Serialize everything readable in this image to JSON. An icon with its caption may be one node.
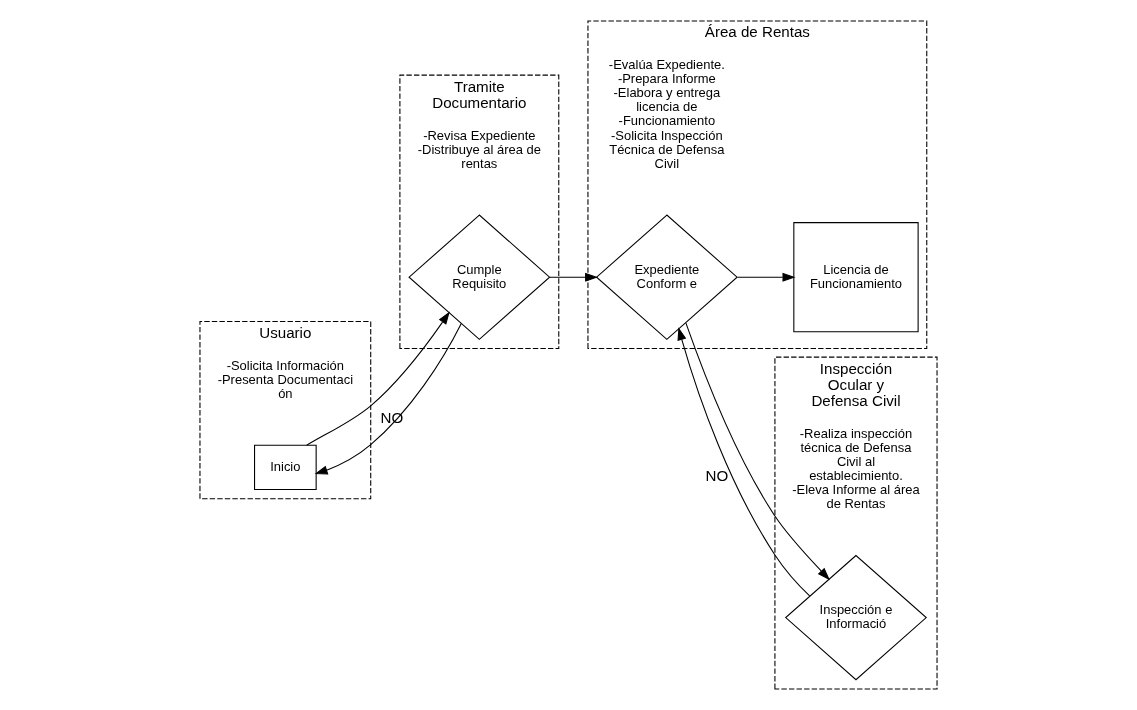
{
  "diagram": {
    "nodes": [
      {
        "text": [
          "Usuario",
          "-Solicita Información -Presenta Documentaci ón"
        ]
      },
      {
        "text": [
          "Tramite Documentario",
          "-Revisa Expediente -Distribuye al área de rentas"
        ]
      },
      {
        "text": [
          "Área de Rentas",
          "-Evalúa Expediente. -Prepara Informe -Elabora y entrega licencia de -Funcionamiento -Solicita Inspección Técnica de Defensa Civil"
        ]
      },
      {
        "text": [
          "Inspección Ocular y Defensa Civil",
          "-Realiza inspección técnica de Defensa Civil al establecimiento. -Eleva Informe al área de Rentas"
        ]
      },
      {
        "text": [
          "Inicio"
        ],
        "in": 0
      },
      {
        "text": [
          "Cumple Requisito"
        ],
        "in": 1
      },
      {
        "text": [
          "Expediente Conform e"
        ],
        "in": 2
      },
      {
        "text": [
          "Licencia de Funcionamiento"
        ],
        "in": 2
      },
      {
        "text": [
          "Inspección e Informació"
        ],
        "in": 3
      }
    ],
    "edges": [
      {
        "from": 4,
        "to": 5,
        "arrow": "to"
      },
      {
        "from": 5,
        "to": 4,
        "arrow": "to",
        "label": "NO"
      },
      {
        "from": 5,
        "to": 6,
        "arrow": "to"
      },
      {
        "from": 6,
        "to": 7,
        "arrow": "to"
      },
      {
        "from": 6,
        "to": 8,
        "arrow": "to"
      },
      {
        "from": 8,
        "to": 6,
        "arrow": "to",
        "label": "NO"
      }
    ]
  }
}
